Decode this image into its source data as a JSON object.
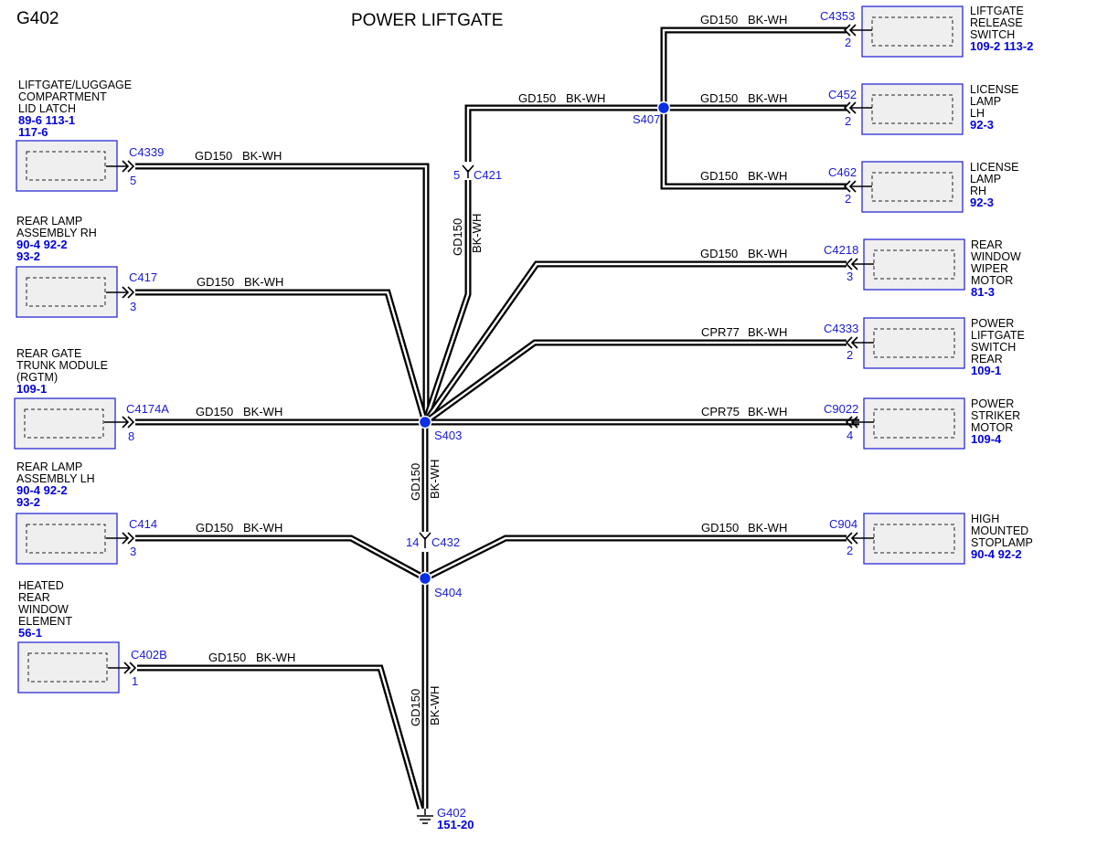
{
  "header": {
    "ground_id": "G402",
    "title": "POWER LIFTGATE"
  },
  "components": [
    {
      "id": "lid_latch",
      "lines": [
        "LIFTGATE/LUGGAGE",
        "COMPARTMENT",
        "LID LATCH"
      ],
      "refs": [
        "89-6  113-1",
        "117-6"
      ]
    },
    {
      "id": "rear_lamp_rh",
      "lines": [
        "REAR LAMP",
        "ASSEMBLY RH"
      ],
      "refs": [
        "90-4  92-2",
        "93-2"
      ]
    },
    {
      "id": "rgtm",
      "lines": [
        "REAR GATE",
        "TRUNK MODULE",
        "(RGTM)"
      ],
      "refs": [
        "109-1"
      ]
    },
    {
      "id": "rear_lamp_lh",
      "lines": [
        "REAR LAMP",
        "ASSEMBLY LH"
      ],
      "refs": [
        "90-4  92-2",
        "93-2"
      ]
    },
    {
      "id": "heated_window",
      "lines": [
        "HEATED",
        "REAR",
        "WINDOW",
        "ELEMENT"
      ],
      "refs": [
        "56-1"
      ]
    },
    {
      "id": "release_switch",
      "lines": [
        "LIFTGATE",
        "RELEASE",
        "SWITCH"
      ],
      "refs": [
        "109-2 113-2"
      ]
    },
    {
      "id": "license_lh",
      "lines": [
        "LICENSE",
        "LAMP",
        "LH"
      ],
      "refs": [
        "92-3"
      ]
    },
    {
      "id": "license_rh",
      "lines": [
        "LICENSE",
        "LAMP",
        "RH"
      ],
      "refs": [
        "92-3"
      ]
    },
    {
      "id": "wiper_motor",
      "lines": [
        "REAR",
        "WINDOW",
        "WIPER",
        "MOTOR"
      ],
      "refs": [
        "81-3"
      ]
    },
    {
      "id": "liftgate_switch",
      "lines": [
        "POWER",
        "LIFTGATE",
        "SWITCH",
        "REAR"
      ],
      "refs": [
        "109-1"
      ]
    },
    {
      "id": "striker_motor",
      "lines": [
        "POWER",
        "STRIKER",
        "MOTOR"
      ],
      "refs": [
        "109-4"
      ]
    },
    {
      "id": "stoplamp",
      "lines": [
        "HIGH",
        "MOUNTED",
        "STOPLAMP"
      ],
      "refs": [
        "90-4  92-2"
      ]
    }
  ],
  "connectors": [
    {
      "id": "C4339",
      "pin": "5"
    },
    {
      "id": "C417",
      "pin": "3"
    },
    {
      "id": "C4174A",
      "pin": "8"
    },
    {
      "id": "C414",
      "pin": "3"
    },
    {
      "id": "C402B",
      "pin": "1"
    },
    {
      "id": "C4353",
      "pin": "2"
    },
    {
      "id": "C452",
      "pin": "2"
    },
    {
      "id": "C462",
      "pin": "2"
    },
    {
      "id": "C4218",
      "pin": "3"
    },
    {
      "id": "C4333",
      "pin": "2"
    },
    {
      "id": "C9022",
      "pin": "4"
    },
    {
      "id": "C904",
      "pin": "2"
    },
    {
      "id": "C421",
      "pin": "5"
    },
    {
      "id": "C432",
      "pin": "14"
    }
  ],
  "wires": [
    {
      "circuit": "GD150",
      "color": "BK-WH"
    },
    {
      "circuit": "CPR77",
      "color": "BK-WH"
    },
    {
      "circuit": "CPR75",
      "color": "BK-WH"
    }
  ],
  "splices": [
    "S403",
    "S404",
    "S407"
  ],
  "ground": {
    "id": "G402",
    "ref": "151-20"
  },
  "colors": {
    "wire": "#000000",
    "component_border": "#2b2bd6",
    "label_blue": "#1a1ad8",
    "ref_blue": "#0000e0",
    "splice": "#0a2ee6"
  }
}
